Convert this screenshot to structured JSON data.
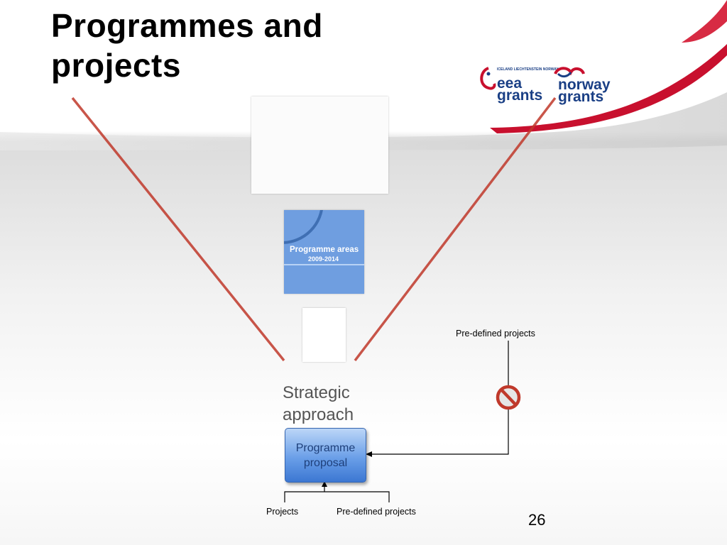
{
  "slide": {
    "title_line1": "Programmes and",
    "title_line2": "projects",
    "logos": {
      "eea_small": "ICELAND LIECHTENSTEIN NORWAY",
      "eea_word1": "eea",
      "eea_word2": "grants",
      "norway_word1": "norway",
      "norway_word2": "grants"
    },
    "documents": {
      "programme_areas_title": "Programme areas",
      "programme_areas_years": "2009-2014"
    },
    "diagram": {
      "strategic_line1": "Strategic",
      "strategic_line2": "approach",
      "proposal_line1": "Programme",
      "proposal_line2": "proposal",
      "predefined_top": "Pre-defined projects",
      "projects_bottom": "Projects",
      "predefined_bottom": "Pre-defined projects"
    },
    "page_number": "26",
    "colors": {
      "brand_blue": "#1a3f85",
      "brand_red": "#c8102e",
      "funnel_line": "#c0392b",
      "proposal_box": "#6a9fe8"
    }
  }
}
